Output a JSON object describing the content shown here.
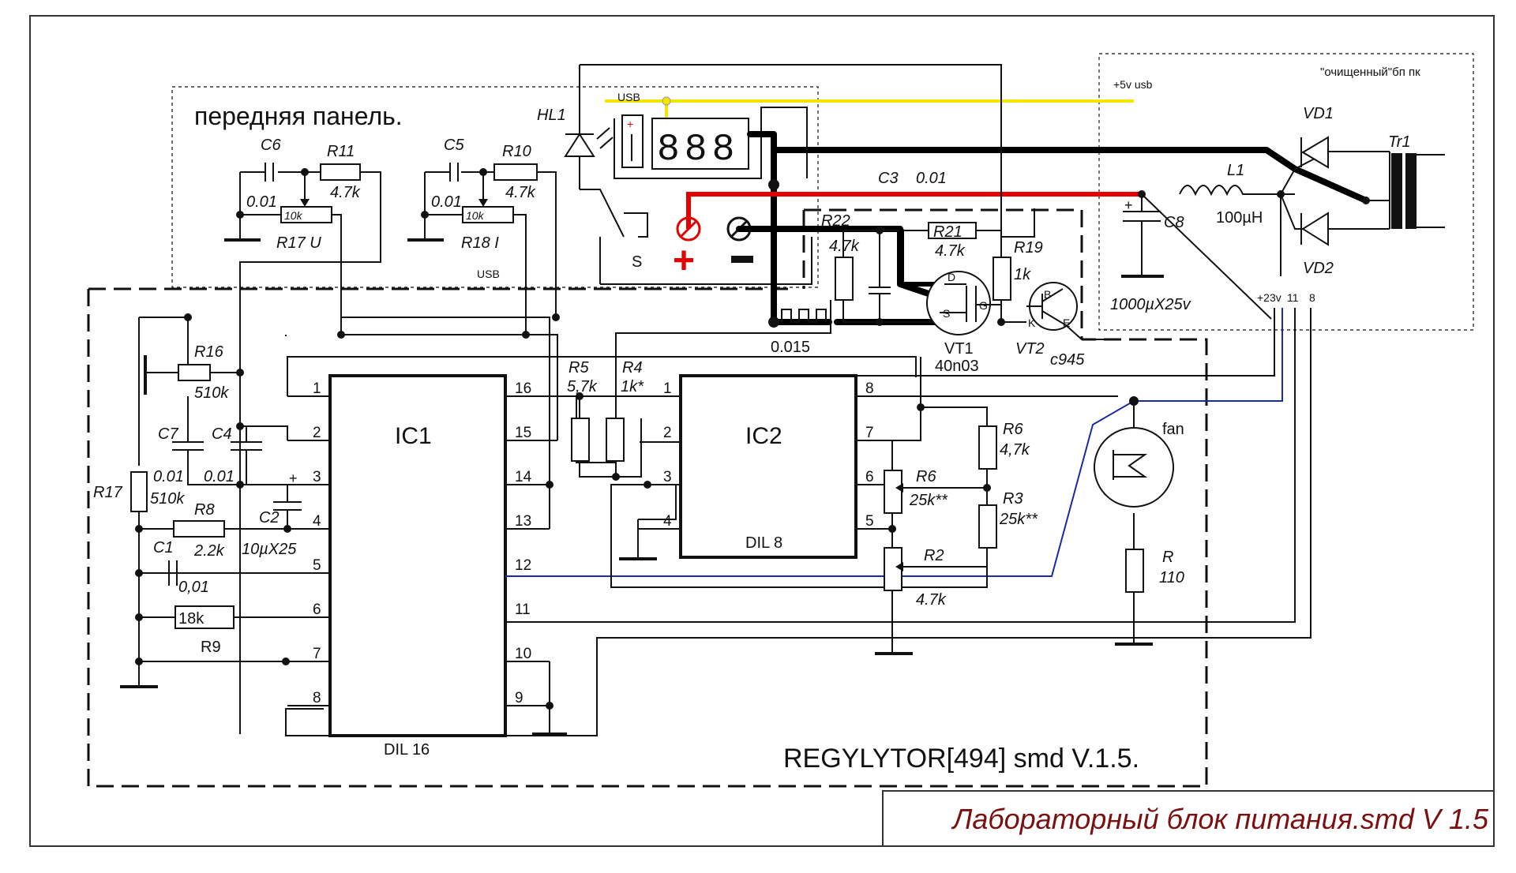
{
  "title": "Лабораторный блок питания.smd V 1.5",
  "board_label": "REGYLYTOR[494] smd V.1.5.",
  "front_panel_label": "передняя панель.",
  "psu_label": "\"очищенный\"бп пк",
  "usb_labels": {
    "top": "USB",
    "bottom": "USB",
    "rail": "+5v usb"
  },
  "connector_labels": {
    "v23": "+23v",
    "p11": "11",
    "p8": "8"
  },
  "ics": {
    "ic1": {
      "name": "IC1",
      "package": "DIL 16",
      "left_pins": [
        "1",
        "2",
        "3",
        "4",
        "5",
        "6",
        "7",
        "8"
      ],
      "right_pins": [
        "16",
        "15",
        "14",
        "13",
        "12",
        "11",
        "10",
        "9"
      ]
    },
    "ic2": {
      "name": "IC2",
      "package": "DIL 8",
      "left_pins": [
        "1",
        "2",
        "3",
        "4"
      ],
      "right_pins": [
        "8",
        "7",
        "6",
        "5"
      ]
    }
  },
  "components": {
    "c6": {
      "ref": "C6",
      "value": "0.01"
    },
    "r11": {
      "ref": "R11",
      "value": "4.7k"
    },
    "r17u": {
      "ref": "R17 U",
      "value": "10k"
    },
    "c5": {
      "ref": "C5",
      "value": "0.01"
    },
    "r10": {
      "ref": "R10",
      "value": "4.7k"
    },
    "r18i": {
      "ref": "R18 I",
      "value": "10k"
    },
    "hl1": {
      "ref": "HL1"
    },
    "display": {
      "digits": "888"
    },
    "switch": {
      "ref": "S"
    },
    "c3": {
      "ref": "C3",
      "value": "0.01"
    },
    "r22": {
      "ref": "R22",
      "value": "4.7k"
    },
    "r21": {
      "ref": "R21",
      "value": "4.7k"
    },
    "r19": {
      "ref": "R19",
      "value": "1k"
    },
    "vt1": {
      "ref": "VT1",
      "value": "40n03",
      "pins": [
        "D",
        "G",
        "S"
      ]
    },
    "vt2": {
      "ref": "VT2",
      "value": "c945",
      "pins": [
        "B",
        "K",
        "E"
      ]
    },
    "shunt": {
      "value": "0.015"
    },
    "l1": {
      "ref": "L1",
      "value": "100µH"
    },
    "c8": {
      "ref": "C8",
      "value": "1000µX25v"
    },
    "vd1": {
      "ref": "VD1"
    },
    "vd2": {
      "ref": "VD2"
    },
    "tr1": {
      "ref": "Tr1"
    },
    "r16": {
      "ref": "R16",
      "value": "510k"
    },
    "c7": {
      "ref": "C7",
      "value": "0.01"
    },
    "c4": {
      "ref": "C4",
      "value": "0.01"
    },
    "r17": {
      "ref": "R17",
      "value": "510k"
    },
    "c2": {
      "ref": "C2",
      "value": "10µX25"
    },
    "r8": {
      "ref": "R8",
      "value": "2.2k"
    },
    "c1": {
      "ref": "C1",
      "value": "0,01"
    },
    "r9": {
      "ref": "R9",
      "value": "18k"
    },
    "r5": {
      "ref": "R5",
      "value": "5,7k"
    },
    "r4": {
      "ref": "R4",
      "value": "1k*"
    },
    "r6a": {
      "ref": "R6",
      "value": "4,7k"
    },
    "r6b": {
      "ref": "R6",
      "value": "25k**"
    },
    "r3": {
      "ref": "R3",
      "value": "25k**"
    },
    "r2": {
      "ref": "R2",
      "value": "4.7k"
    },
    "fan": {
      "ref": "fan"
    },
    "r_fan": {
      "ref": "R",
      "value": "110"
    }
  },
  "polarity": {
    "plus": "+",
    "minus": "−"
  },
  "colors": {
    "positive_rail": "#e40000",
    "ground_rail": "#000000",
    "usb_rail": "#f2e600",
    "signal": "#1a2aa0"
  }
}
